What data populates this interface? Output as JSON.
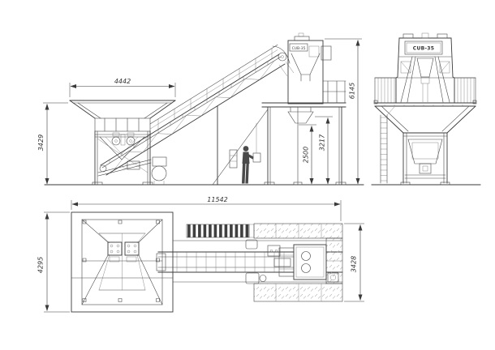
{
  "drawing": {
    "background": "#ffffff",
    "line_color": "#3a3a3a",
    "side_view": {
      "dim_hopper_width": "4442",
      "dim_height_left": "3429",
      "dim_clearance": "2500",
      "dim_discharge_height": "3217",
      "dim_total_height": "6145",
      "mixer_label": "CUB-35"
    },
    "front_view": {
      "model_label": "CUB-35"
    },
    "plan_view": {
      "dim_total_length": "11542",
      "dim_hopper_width": "4295",
      "dim_platform_width": "3428"
    }
  }
}
